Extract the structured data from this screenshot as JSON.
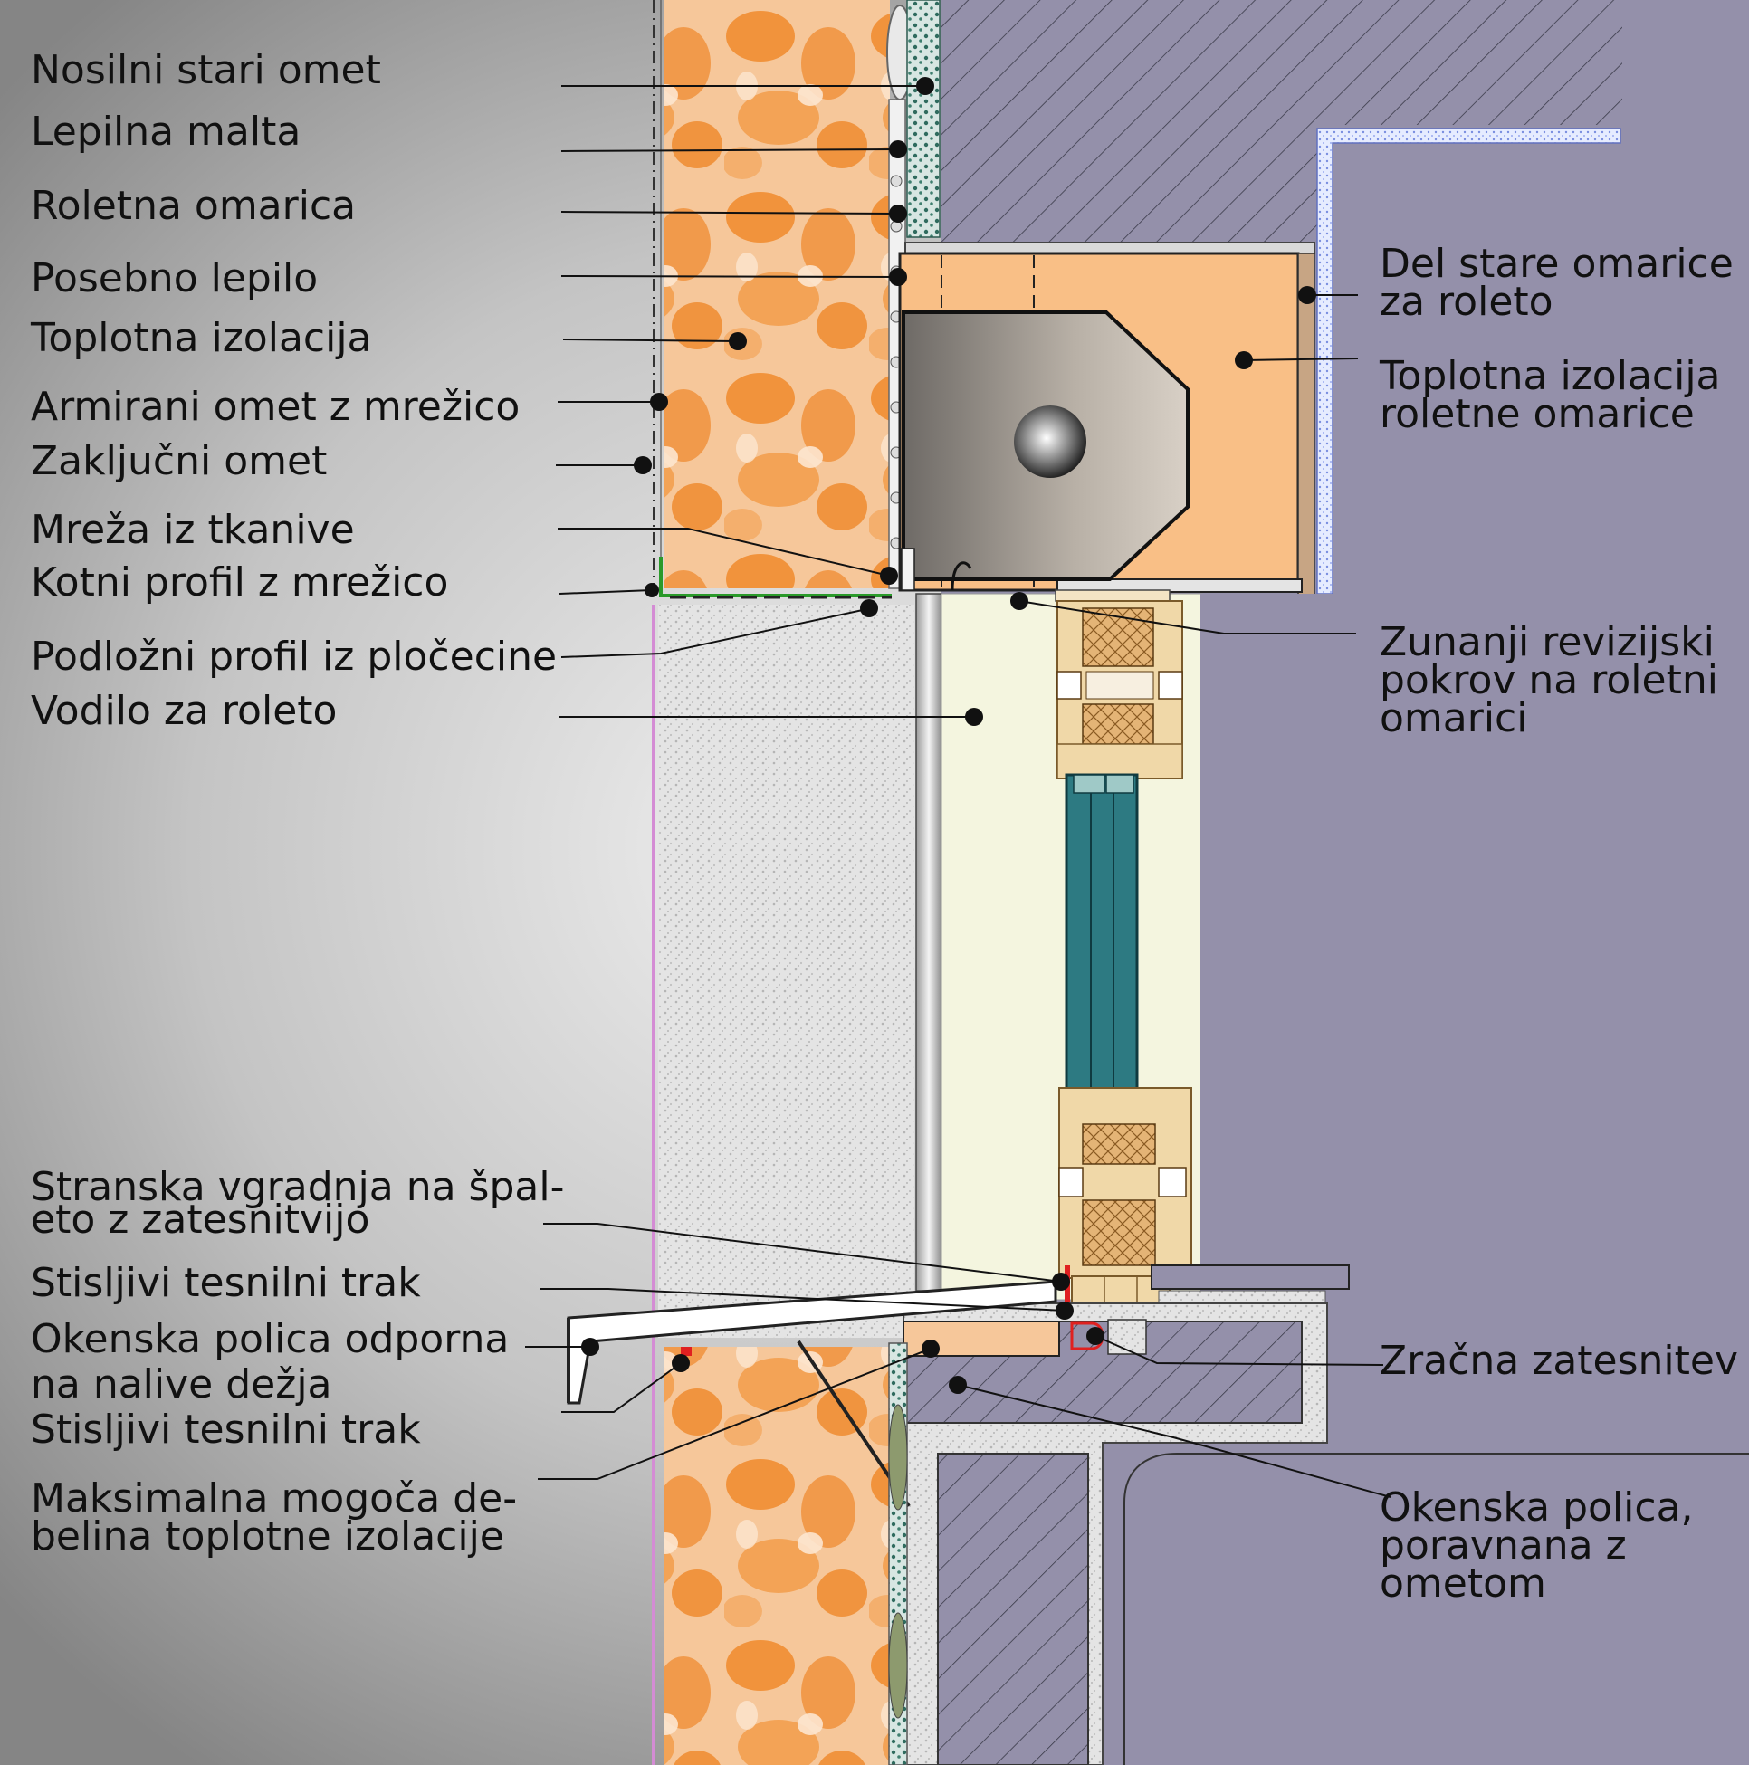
{
  "colors": {
    "background_light": "#ececec",
    "background_dark": "#8a8a8a",
    "insulation": "#f0a25a",
    "wall_purple": "#9490aa",
    "box_insulation": "#f9bf86",
    "glass": "#2d7a82",
    "frame_wood": "#e8c890",
    "render_light": "#e0e0e0",
    "leader": "#111111"
  },
  "labels_left": [
    "Nosilni stari omet",
    "Lepilna malta",
    "Roletna omarica",
    "Posebno lepilo",
    "Toplotna izolacija",
    "Armirani omet z mrežico",
    "Zaključni omet",
    "Mreža iz tkanive",
    "Kotni profil z mrežico",
    "Podložni profil iz pločecine",
    "Vodilo za roleto",
    "Stranska vgradnja na špal-",
    "eto z zatesnitvijo",
    "Stisljivi tesnilni trak",
    "Okenska polica odporna",
    "na nalive dežja",
    "Stisljivi tesnilni trak",
    "Maksimalna mogoča de-",
    "belina toplotne izolacije"
  ],
  "labels_right": [
    "Del stare omarice",
    "za roleto",
    "Toplotna izolacija",
    "roletne omarice",
    "Zunanji revizijski",
    "pokrov na roletni",
    "omarici",
    "Zračna zatesnitev",
    "Okenska polica,",
    "poravnana z",
    "ometom"
  ]
}
